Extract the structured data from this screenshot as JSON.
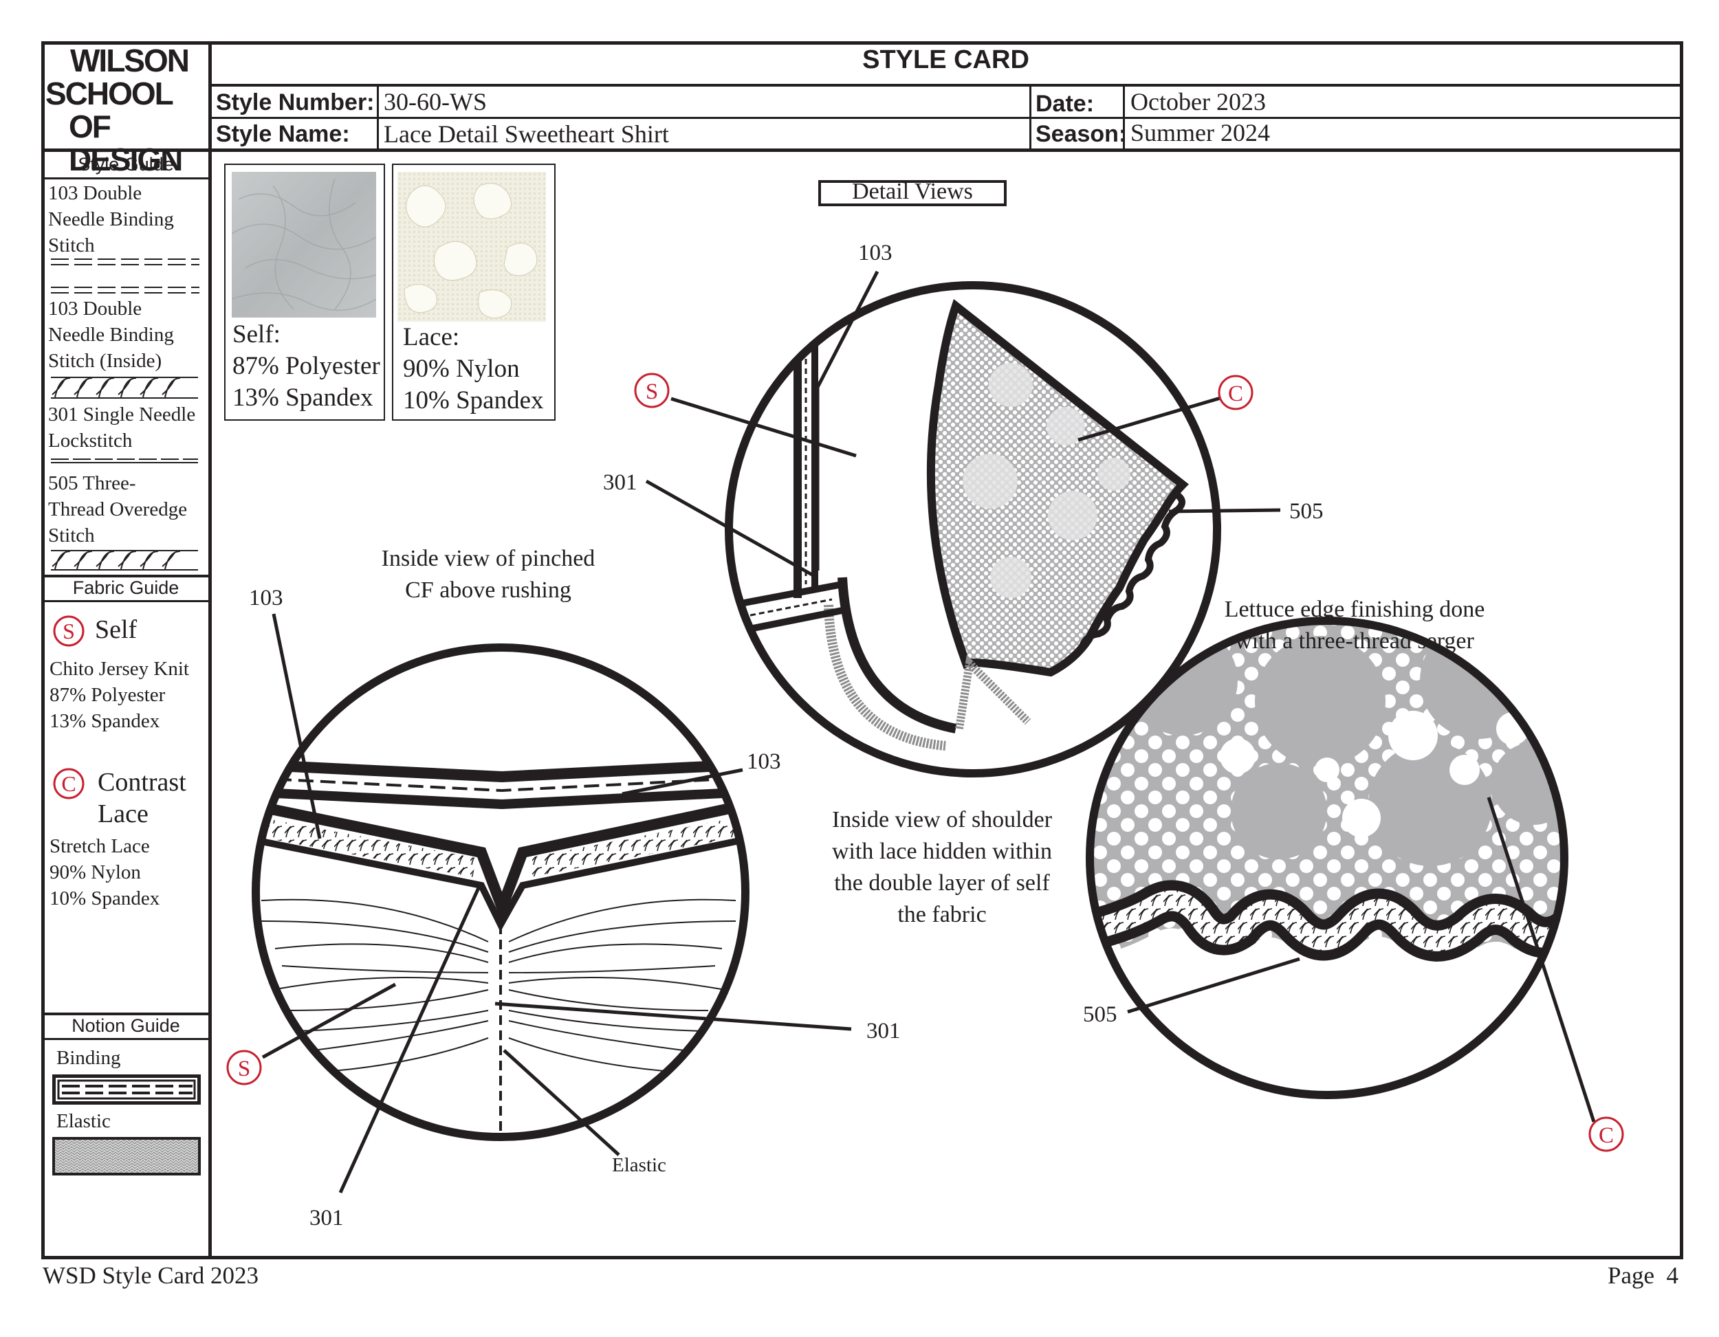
{
  "school_logo": {
    "line1": "WILSON",
    "line2": "SCHOOL",
    "line3": "OF DESIGN"
  },
  "header": {
    "title": "STYLE CARD",
    "style_number_label": "Style Number:",
    "style_number": "30-60-WS",
    "style_name_label": "Style Name:",
    "style_name": "Lace Detail Sweetheart Shirt",
    "date_label": "Date:",
    "date": "October 2023",
    "season_label": "Season:",
    "season": "Summer 2024"
  },
  "style_guide": {
    "title": "Style Guide",
    "items": [
      {
        "lines": [
          "103 Double",
          "Needle Binding",
          "Stitch"
        ]
      },
      {
        "lines": [
          "103 Double",
          "Needle Binding",
          "Stitch (Inside)"
        ]
      },
      {
        "lines": [
          "301 Single Needle",
          "Lockstitch"
        ]
      },
      {
        "lines": [
          "505 Three-",
          "Thread Overedge",
          "Stitch"
        ]
      }
    ]
  },
  "fabric_guide": {
    "title": "Fabric Guide",
    "self": {
      "symbol": "S",
      "name": "Self",
      "lines": [
        "Chito Jersey Knit",
        "87% Polyester",
        "13% Spandex"
      ]
    },
    "contrast": {
      "symbol": "C",
      "name_line1": "Contrast",
      "name_line2": "Lace",
      "lines": [
        "Stretch Lace",
        "90% Nylon",
        "10% Spandex"
      ]
    }
  },
  "notion_guide": {
    "title": "Notion Guide",
    "binding_label": "Binding",
    "elastic_label": "Elastic"
  },
  "swatches": [
    {
      "label": "Self:",
      "line1": "87% Polyester",
      "line2": "13% Spandex"
    },
    {
      "label": "Lace:",
      "line1": "90% Nylon",
      "line2": "10% Spandex"
    }
  ],
  "detail_views": {
    "title": "Detail Views",
    "cf_caption": [
      "Inside view of pinched",
      "CF above rushing"
    ],
    "shoulder_caption": [
      "Inside view of shoulder",
      "with lace hidden within",
      "the double layer of self",
      "the fabric"
    ],
    "lettuce_caption": [
      "Lettuce edge finishing done",
      "with a three-thread serger"
    ],
    "labels": {
      "shoulder_103": "103",
      "shoulder_301": "301",
      "shoulder_505": "505",
      "cf_103_left": "103",
      "cf_103_right": "103",
      "cf_301_right": "301",
      "cf_301_bottom": "301",
      "cf_elastic": "Elastic",
      "edge_505": "505",
      "symbol_s": "S",
      "symbol_c": "C"
    }
  },
  "footer": {
    "left": "WSD Style Card 2023",
    "page_label": "Page",
    "page_number": "4"
  }
}
